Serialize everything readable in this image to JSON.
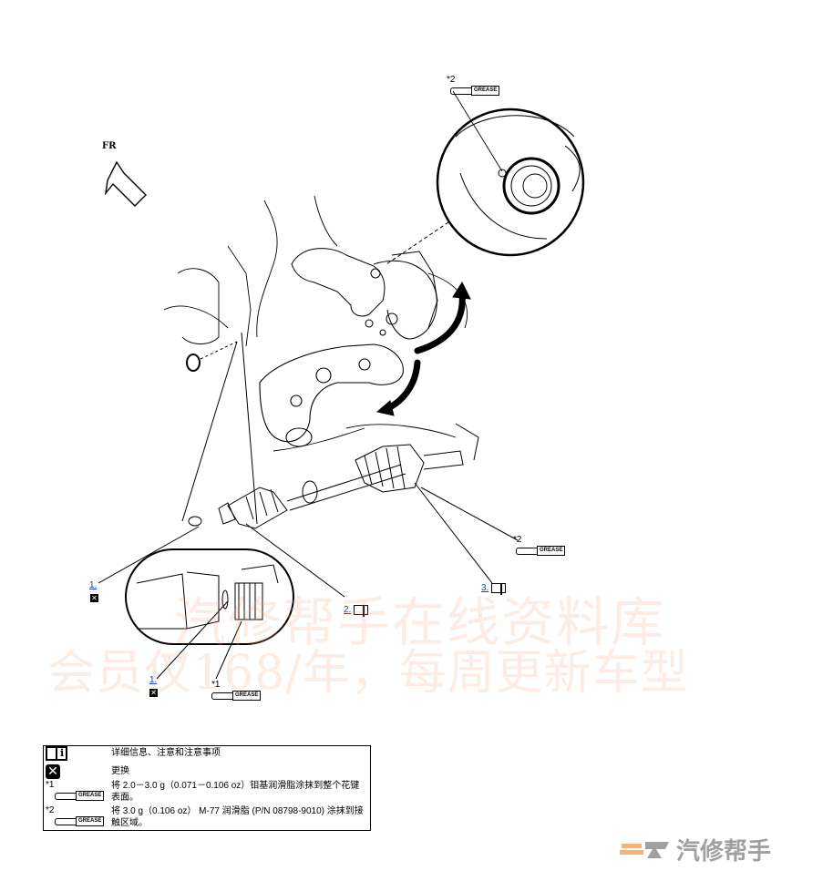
{
  "diagram": {
    "fr_label": "FR",
    "callouts": {
      "star2_top": "*2",
      "star2_right": "*2",
      "star1": "*1",
      "ref1_a": "1.",
      "ref1_b": "1.",
      "ref2": "2.",
      "ref3": "3."
    },
    "grease_tag": "GREASE",
    "x_symbol": "✕"
  },
  "watermark": {
    "line1": "汽修帮手在线资料库",
    "line2": "会员仅168/年，每周更新车型"
  },
  "legend": {
    "rows": [
      {
        "symbol": "book-info-icon",
        "text": "详细信息、注意和注意事项"
      },
      {
        "symbol": "replace-icon",
        "text": "更换"
      },
      {
        "symbol": "*1",
        "text": "将 2.0－3.0 g（0.071－0.106 oz）钼基润滑脂涂抹到整个花键表面。"
      },
      {
        "symbol": "*2",
        "text": "将 3.0 g（0.106 oz） M-77 润滑脂 (P/N 08798-9010) 涂抹到接触区域。"
      }
    ]
  },
  "brand": {
    "name": "汽修帮手"
  },
  "colors": {
    "line": "#000000",
    "link": "#1a3fb0",
    "watermark": "#f0aa82",
    "brand": "#a0a0a0",
    "brand_logo": "#f2b27a"
  }
}
